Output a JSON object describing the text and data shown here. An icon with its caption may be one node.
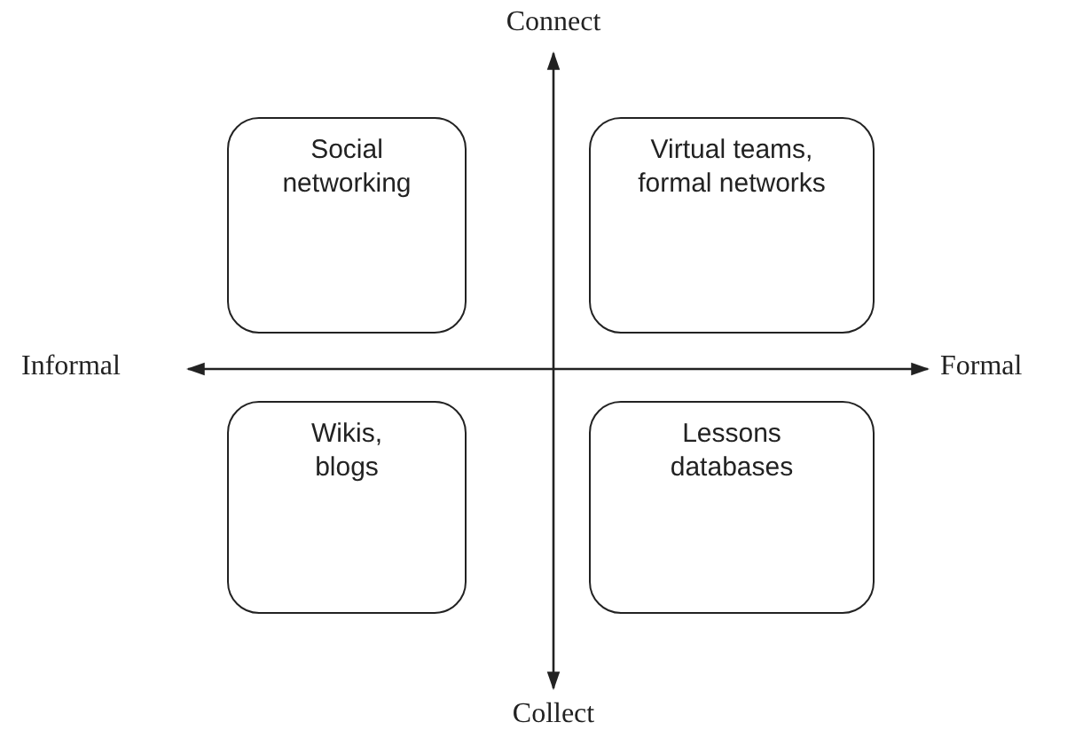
{
  "diagram": {
    "nodes": [
      {
        "text": [
          "Social networking"
        ]
      },
      {
        "text": [
          "Virtual teams, formal networks"
        ]
      },
      {
        "text": [
          "Wikis, blogs"
        ]
      },
      {
        "text": [
          "Lessons databases"
        ]
      }
    ],
    "labels": [
      "Connect",
      "Informal",
      "Formal",
      "Collect"
    ]
  }
}
